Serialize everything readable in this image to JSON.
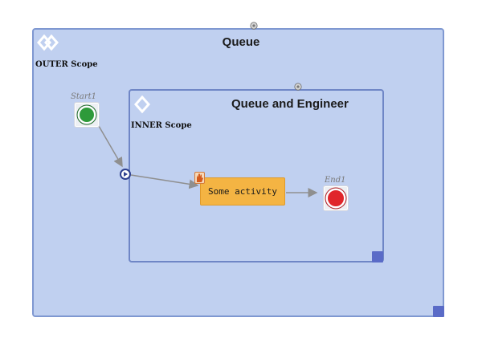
{
  "diagram": {
    "outer_scope": {
      "title": "Queue",
      "label": "OUTER Scope"
    },
    "inner_scope": {
      "title": "Queue and Engineer",
      "label": "INNER Scope"
    },
    "start_event": {
      "label": "Start1"
    },
    "end_event": {
      "label": "End1"
    },
    "activity": {
      "label": "Some activity"
    },
    "colors": {
      "scope_fill": "#c0d0f0",
      "scope_border": "#7f98d1",
      "activity_fill": "#f4b443",
      "start": "#2e9a3a",
      "end": "#e0262b",
      "connector": "#8f8f8f",
      "resize_handle": "#5a6bc7"
    }
  }
}
